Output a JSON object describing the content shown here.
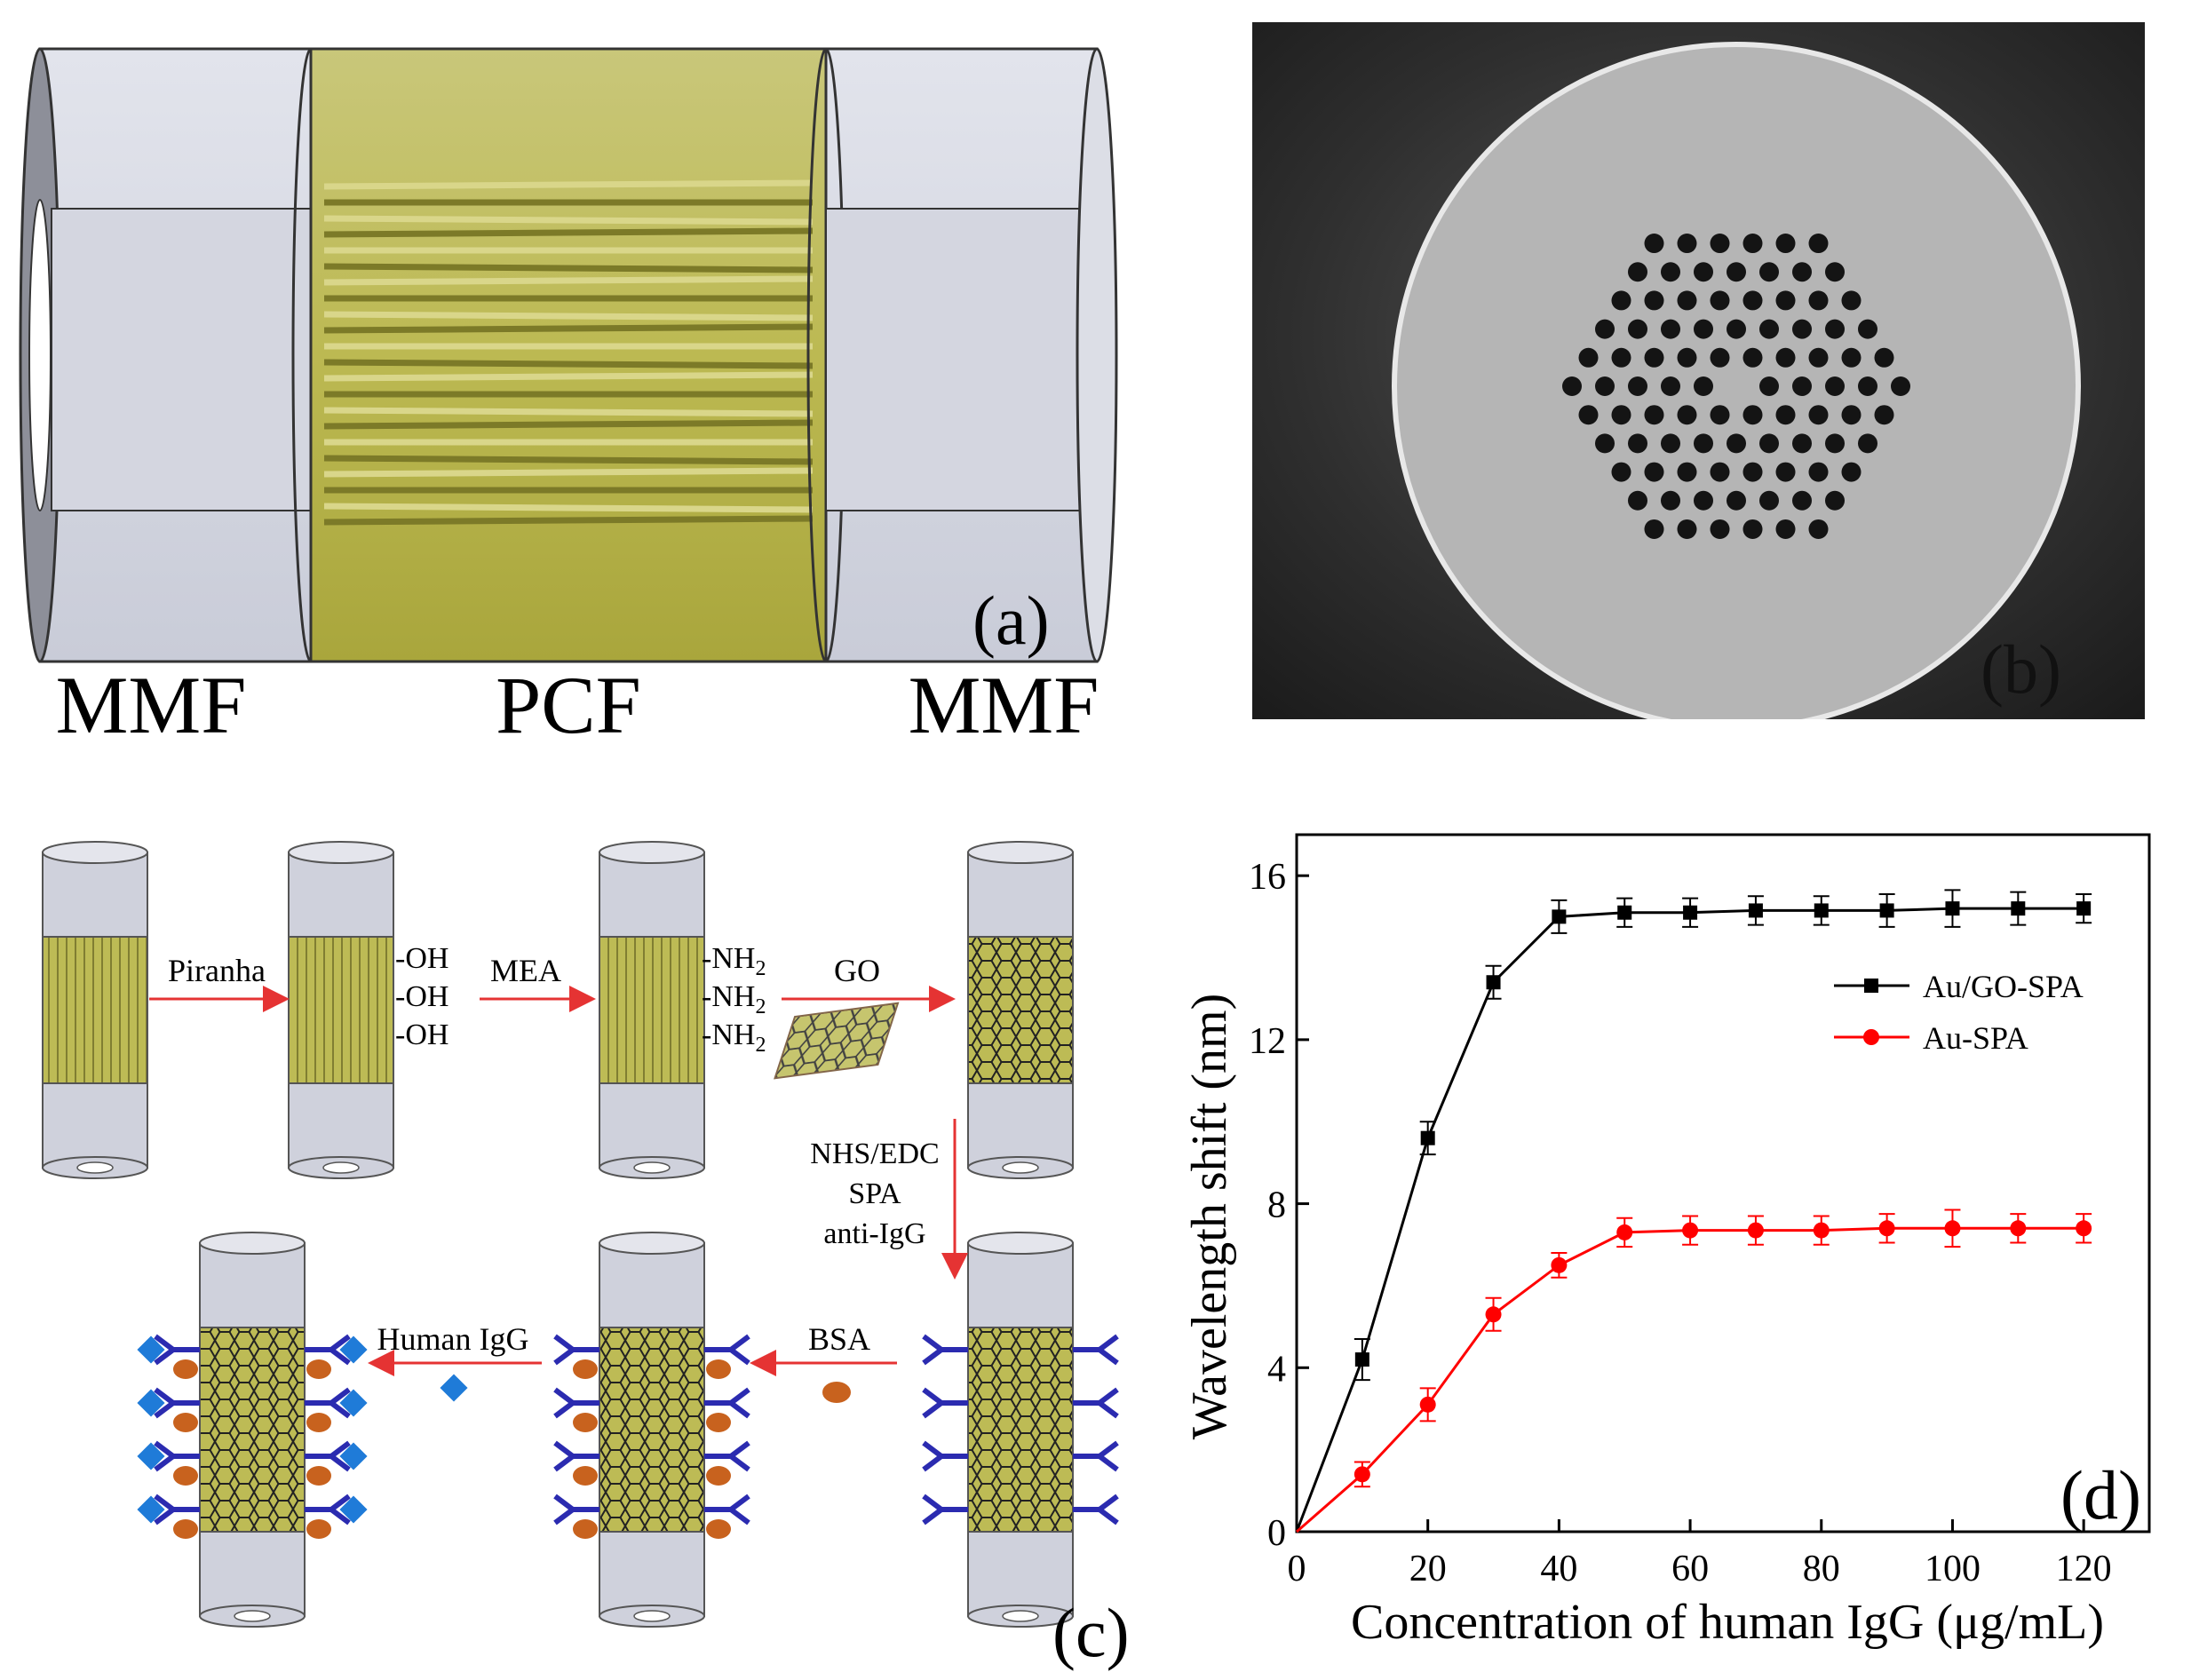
{
  "panel_a": {
    "tag": "(a)",
    "labels": [
      "MMF",
      "PCF",
      "MMF"
    ]
  },
  "panel_b": {
    "tag": "(b)"
  },
  "panel_c": {
    "tag": "(c)",
    "steps": {
      "piranha": "Piranha",
      "mea": "MEA",
      "go": "GO",
      "nhs": "NHS/EDC",
      "spa": "SPA",
      "anti": "anti-IgG",
      "bsa": "BSA",
      "human": "Human IgG"
    },
    "groups": {
      "oh": "-OH",
      "nh2_prefix": "-NH",
      "nh2_sub": "2"
    }
  },
  "panel_d": {
    "tag": "(d)"
  },
  "chart_data": {
    "type": "line",
    "xlabel": "Concentration of human IgG (μg/mL)",
    "ylabel": "Wavelength shift (nm)",
    "xlim": [
      0,
      130
    ],
    "ylim": [
      0,
      17
    ],
    "xticks": [
      0,
      20,
      40,
      60,
      80,
      100,
      120
    ],
    "yticks": [
      0,
      4,
      8,
      12,
      16
    ],
    "legend_position": "right",
    "series": [
      {
        "name": "Au/GO-SPA",
        "color": "#000000",
        "marker": "square",
        "x": [
          0,
          10,
          20,
          30,
          40,
          50,
          60,
          70,
          80,
          90,
          100,
          110,
          120
        ],
        "y": [
          0,
          4.2,
          9.6,
          13.4,
          15.0,
          15.1,
          15.1,
          15.15,
          15.15,
          15.15,
          15.2,
          15.2,
          15.2
        ],
        "err": [
          0,
          0.5,
          0.4,
          0.4,
          0.4,
          0.35,
          0.35,
          0.35,
          0.35,
          0.4,
          0.45,
          0.4,
          0.35
        ]
      },
      {
        "name": "Au-SPA",
        "color": "#ff0000",
        "marker": "circle",
        "x": [
          0,
          10,
          20,
          30,
          40,
          50,
          60,
          70,
          80,
          90,
          100,
          110,
          120
        ],
        "y": [
          0,
          1.4,
          3.1,
          5.3,
          6.5,
          7.3,
          7.35,
          7.35,
          7.35,
          7.4,
          7.4,
          7.4,
          7.4
        ],
        "err": [
          0,
          0.3,
          0.4,
          0.4,
          0.3,
          0.35,
          0.35,
          0.35,
          0.35,
          0.35,
          0.45,
          0.35,
          0.35
        ]
      }
    ]
  }
}
